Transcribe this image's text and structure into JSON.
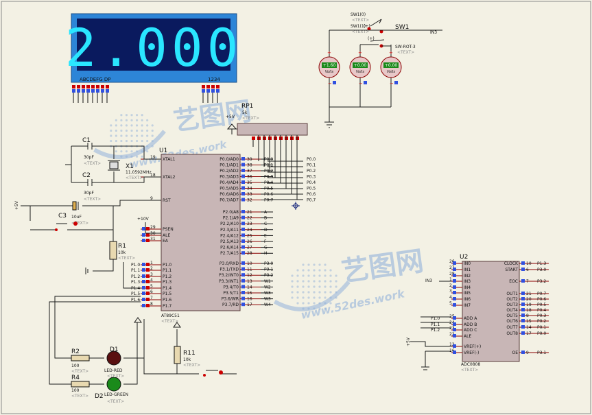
{
  "display": {
    "value": "2.000",
    "seg_label": "ABCDEFG  DP",
    "digit_label": "1234"
  },
  "sw1": {
    "name": "SW1",
    "top": "SW1(0)",
    "mid": "SW1(1)",
    "rot": "SW-ROT-3",
    "net": "IN3"
  },
  "meters": [
    {
      "value": "+1.60",
      "unit": "Volts"
    },
    {
      "value": "+0.00",
      "unit": "Volts"
    },
    {
      "value": "+0.00",
      "unit": "Volts"
    }
  ],
  "rp1": {
    "name": "RP1",
    "value": "5k"
  },
  "c1": {
    "name": "C1",
    "value": "30pF"
  },
  "c2": {
    "name": "C2",
    "value": "30pF"
  },
  "x1": {
    "name": "X1",
    "value": "11.0592MHz"
  },
  "c3": {
    "name": "C3",
    "value": "10uF"
  },
  "r1": {
    "name": "R1",
    "value": "10k"
  },
  "r11": {
    "name": "R11",
    "value": "10k"
  },
  "r2": {
    "name": "R2",
    "value": "100"
  },
  "r4": {
    "name": "R4",
    "value": "100"
  },
  "d1": {
    "name": "D1",
    "value": "LED-RED"
  },
  "d2": {
    "name": "D2",
    "value": "LED-GREEN"
  },
  "u1": {
    "name": "U1",
    "part": "AT89C51",
    "left_pins": [
      {
        "n": "19",
        "l": "XTAL1"
      },
      {
        "n": "18",
        "l": "XTAL2"
      },
      {
        "n": "9",
        "l": "RST"
      },
      {
        "n": "29",
        "l": "PSEN"
      },
      {
        "n": "30",
        "l": "ALE"
      },
      {
        "n": "31",
        "l": "EA"
      },
      {
        "n": "1",
        "l": "P1.0"
      },
      {
        "n": "2",
        "l": "P1.1"
      },
      {
        "n": "3",
        "l": "P1.2"
      },
      {
        "n": "4",
        "l": "P1.3"
      },
      {
        "n": "5",
        "l": "P1.4"
      },
      {
        "n": "6",
        "l": "P1.5"
      },
      {
        "n": "7",
        "l": "P1.6"
      },
      {
        "n": "8",
        "l": "P1.7"
      }
    ],
    "p0": [
      {
        "n": "39",
        "l": "P0.0/AD0",
        "net": "P0.0"
      },
      {
        "n": "38",
        "l": "P0.1/AD1",
        "net": "P0.1"
      },
      {
        "n": "37",
        "l": "P0.2/AD2",
        "net": "P0.2"
      },
      {
        "n": "36",
        "l": "P0.3/AD3",
        "net": "P0.3"
      },
      {
        "n": "35",
        "l": "P0.4/AD4",
        "net": "P0.4"
      },
      {
        "n": "34",
        "l": "P0.5/AD5",
        "net": "P0.5"
      },
      {
        "n": "33",
        "l": "P0.6/AD6",
        "net": "P0.6"
      },
      {
        "n": "32",
        "l": "P0.7/AD7",
        "net": "P0.7"
      }
    ],
    "p2": [
      {
        "n": "21",
        "l": "P2.0/A8",
        "net": "A"
      },
      {
        "n": "22",
        "l": "P2.1/A9",
        "net": "B"
      },
      {
        "n": "23",
        "l": "P2.2/A10",
        "net": "C"
      },
      {
        "n": "24",
        "l": "P2.3/A11",
        "net": "D"
      },
      {
        "n": "25",
        "l": "P2.4/A12",
        "net": "E"
      },
      {
        "n": "26",
        "l": "P2.5/A13",
        "net": "F"
      },
      {
        "n": "27",
        "l": "P2.6/A14",
        "net": "G"
      },
      {
        "n": "28",
        "l": "P2.7/A15",
        "net": "H"
      }
    ],
    "p3": [
      {
        "n": "10",
        "l": "P3.0/RXD",
        "net": "P3.0"
      },
      {
        "n": "11",
        "l": "P3.1/TXD",
        "net": "P3.1"
      },
      {
        "n": "12",
        "l": "P3.2/INT0",
        "net": "P3.2"
      },
      {
        "n": "13",
        "l": "P3.3/INT1",
        "net": "W1"
      },
      {
        "n": "14",
        "l": "P3.4/T0",
        "net": "W2"
      },
      {
        "n": "15",
        "l": "P3.5/T1",
        "net": "W3"
      },
      {
        "n": "16",
        "l": "P3.6/WR",
        "net": "W3"
      },
      {
        "n": "17",
        "l": "P3.7/RD",
        "net": "W4"
      }
    ],
    "p1_nets": [
      "P1.0",
      "P1.1",
      "P1.2",
      "P1.3",
      "P1.4",
      "P1.5",
      "P1.6"
    ]
  },
  "u2": {
    "name": "U2",
    "part": "ADC0808",
    "left_pins": [
      {
        "n": "26",
        "l": "IN0"
      },
      {
        "n": "27",
        "l": "IN1"
      },
      {
        "n": "28",
        "l": "IN2"
      },
      {
        "n": "1",
        "l": "IN3"
      },
      {
        "n": "2",
        "l": "IN4"
      },
      {
        "n": "3",
        "l": "IN5"
      },
      {
        "n": "4",
        "l": "IN6"
      },
      {
        "n": "5",
        "l": "IN7"
      },
      {
        "n": "25",
        "l": "ADD A"
      },
      {
        "n": "24",
        "l": "ADD B"
      },
      {
        "n": "23",
        "l": "ADD C"
      },
      {
        "n": "22",
        "l": "ALE"
      },
      {
        "n": "12",
        "l": "VREF(+)"
      },
      {
        "n": "16",
        "l": "VREF(-)"
      }
    ],
    "right_pins": [
      {
        "n": "10",
        "l": "CLOCK",
        "net": "P1.3"
      },
      {
        "n": "6",
        "l": "START",
        "net": "P3.0"
      },
      {
        "n": "7",
        "l": "EOC",
        "net": "P3.2"
      },
      {
        "n": "21",
        "l": "OUT1",
        "net": "P0.7"
      },
      {
        "n": "20",
        "l": "OUT2",
        "net": "P0.6"
      },
      {
        "n": "19",
        "l": "OUT3",
        "net": "P0.5"
      },
      {
        "n": "18",
        "l": "OUT4",
        "net": "P0.4"
      },
      {
        "n": "8",
        "l": "OUT5",
        "net": "P0.3"
      },
      {
        "n": "15",
        "l": "OUT6",
        "net": "P0.2"
      },
      {
        "n": "14",
        "l": "OUT7",
        "net": "P0.1"
      },
      {
        "n": "17",
        "l": "OUT8",
        "net": "P0.0"
      },
      {
        "n": "9",
        "l": "OE",
        "net": "P3.1"
      }
    ],
    "in_net": "IN3",
    "add_nets": [
      "P1.0",
      "P1.1",
      "P1.2"
    ]
  },
  "labels": {
    "vcc": "+5V",
    "v10": "+10V",
    "text": "<TEXT>"
  },
  "watermark": {
    "cn": "艺图网",
    "url": "www.52des.work"
  }
}
